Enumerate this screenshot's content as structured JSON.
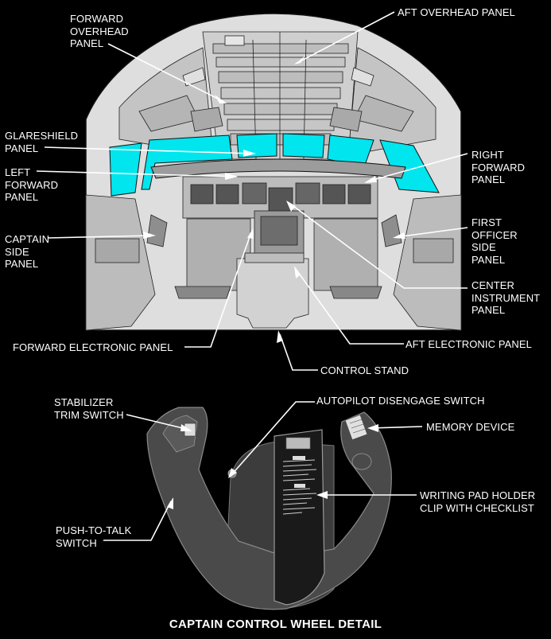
{
  "diagram": {
    "labels": {
      "forward_overhead_panel": "FORWARD\nOVERHEAD\nPANEL",
      "aft_overhead_panel": "AFT OVERHEAD PANEL",
      "glareshield_panel": "GLARESHIELD\nPANEL",
      "left_forward_panel": "LEFT\nFORWARD\nPANEL",
      "right_forward_panel": "RIGHT\nFORWARD\nPANEL",
      "captain_side_panel": "CAPTAIN\nSIDE\nPANEL",
      "first_officer_side_panel": "FIRST\nOFFICER\nSIDE\nPANEL",
      "center_instrument_panel": "CENTER\nINSTRUMENT\nPANEL",
      "forward_electronic_panel": "FORWARD ELECTRONIC PANEL",
      "aft_electronic_panel": "AFT ELECTRONIC PANEL",
      "control_stand": "CONTROL STAND",
      "stabilizer_trim_switch": "STABILIZER\nTRIM SWITCH",
      "autopilot_disengage_switch": "AUTOPILOT DISENGAGE SWITCH",
      "memory_device": "MEMORY DEVICE",
      "writing_pad_holder": "WRITING PAD HOLDER\nCLIP WITH CHECKLIST",
      "push_to_talk_switch": "PUSH-TO-TALK\nSWITCH"
    },
    "caption": "CAPTAIN CONTROL WHEEL DETAIL",
    "colors": {
      "background": "#000000",
      "cockpit_fill": "#d9d9d9",
      "windshield": "#00e5ee",
      "wheel_fill": "#4a4a4a",
      "lines": "#ffffff"
    }
  }
}
